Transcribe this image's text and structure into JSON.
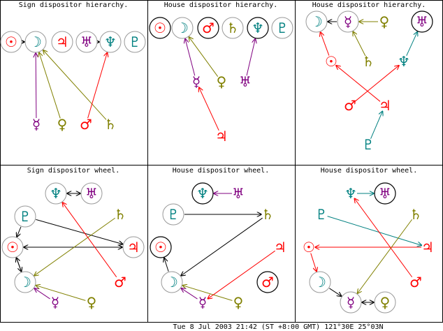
{
  "panels": [
    {
      "title": "Sign dispositor hierarchy."
    },
    {
      "title": "House dispositor hierarchy."
    },
    {
      "title": "House dispositor hierarchy."
    },
    {
      "title": "Sign dispositor wheel."
    },
    {
      "title": "House dispositor wheel."
    },
    {
      "title": "House dispositor wheel."
    }
  ],
  "footer": "Tue  8 Jul 2003 21:42 (ST +8:00 GMT) 121°30E 25°03N",
  "planets": {
    "sun": {
      "glyph": "☉",
      "color": "#ff0000",
      "name": "sun-icon"
    },
    "moon": {
      "glyph": "☽",
      "color": "#008080",
      "name": "moon-icon"
    },
    "mercury": {
      "glyph": "☿",
      "color": "#800080",
      "name": "mercury-icon"
    },
    "venus": {
      "glyph": "♀",
      "color": "#808000",
      "name": "venus-icon"
    },
    "mars": {
      "glyph": "♂",
      "color": "#ff0000",
      "name": "mars-icon"
    },
    "jupiter": {
      "glyph": "♃",
      "color": "#ff0000",
      "name": "jupiter-icon"
    },
    "saturn": {
      "glyph": "♄",
      "color": "#808000",
      "name": "saturn-icon"
    },
    "uranus": {
      "glyph": "♅",
      "color": "#800080",
      "name": "uranus-icon"
    },
    "neptune": {
      "glyph": "♆",
      "color": "#008080",
      "name": "neptune-icon"
    },
    "pluto": {
      "glyph": "♇",
      "color": "#008080",
      "name": "pluto-icon"
    }
  },
  "circle_colors": {
    "ring": "#999999",
    "final": "#000000"
  },
  "arrow_colors": {
    "black": "#000000"
  }
}
